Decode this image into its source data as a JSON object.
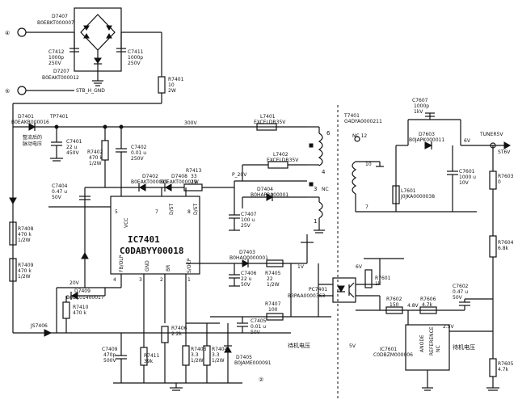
{
  "terminals": {
    "t4": "④",
    "t5": "⑤",
    "page_no": "②"
  },
  "top": {
    "d7407": [
      "D7407",
      "B0EBKT000007"
    ],
    "c7412": [
      "C7412",
      "1000p",
      "250V"
    ],
    "c7411": [
      "C7411",
      "1000p",
      "250V"
    ],
    "d7207": [
      "D7207",
      "B0EAKT000012"
    ],
    "stb": "STB_H_GND",
    "r7401": [
      "R7401",
      "10",
      "2W"
    ]
  },
  "primary": {
    "d7401": [
      "D7401",
      "B0EAKR000016"
    ],
    "tp7401": "TP7401",
    "note": [
      "整流后的",
      "脉动电压"
    ],
    "c7401": [
      "C7401",
      "22 u",
      "450V"
    ],
    "v300": "300V",
    "r7402": [
      "R7402",
      "470 k",
      "1/2W"
    ],
    "c7402": [
      "C7402",
      "0.01 u",
      "250V"
    ],
    "l7401": [
      "L7401",
      "EXCELDR35V"
    ],
    "l7402": [
      "L7402",
      "EXCELDR35V"
    ],
    "d7402": [
      "D7402",
      "B0EAKT000019"
    ],
    "d7408": [
      "D7408",
      "B0EAKT000019"
    ],
    "r7413": [
      "R7413",
      "33",
      "2W"
    ],
    "p20v": "P_20V",
    "d7404": [
      "D7404",
      "B0HAPR000001"
    ],
    "c7407": [
      "C7407",
      "100 u",
      "25V"
    ],
    "pins": {
      "p6": "6",
      "p4": "4",
      "p3": "3",
      "nc": "NC",
      "p1": "1"
    }
  },
  "ic": {
    "name": "IC7401",
    "part": "C0DABYY00018",
    "pins_top": [
      "VCC",
      "D/ST",
      "D/ST"
    ],
    "pins_bottom": [
      "FB/OLP",
      "GND",
      "BR",
      "S/OCP"
    ],
    "num_top": [
      "5",
      "7",
      "8"
    ],
    "num_bottom": [
      "4",
      "3",
      "2",
      "1"
    ]
  },
  "left": {
    "c7404": [
      "C7404",
      "0.47 u",
      "50V"
    ],
    "r7408": [
      "R7408",
      "470 k",
      "1/2W"
    ],
    "r7409": [
      "R7409",
      "470 k",
      "1/2W"
    ],
    "v20": "20V",
    "d7409": [
      "D7409",
      "B0BC01400017"
    ],
    "r7410": [
      "R7410",
      "470 k"
    ],
    "js7406": "JS7406"
  },
  "bottom": {
    "r7406": [
      "R7406",
      "2.2k"
    ],
    "c7409": [
      "C7409",
      "470p",
      "500V"
    ],
    "r7411": [
      "R7411",
      "39k"
    ],
    "r7403": [
      "R7403",
      "3.3",
      "1/2W"
    ],
    "r7404": [
      "R7404",
      "3.3",
      "1/2W"
    ],
    "d7405": [
      "D7405",
      "B0JAME000091"
    ],
    "d7403": [
      "D7403",
      "B0HAQ0000001"
    ],
    "c7406": [
      "C7406",
      "22 u",
      "50V"
    ],
    "r7405": [
      "R7405",
      "22",
      "1/2W"
    ],
    "v1": "1V",
    "r7407": [
      "R7407",
      "100"
    ],
    "c7405": [
      "C7405",
      "0.01 u",
      "50V"
    ],
    "standby": "待机电压"
  },
  "secondary": {
    "t7401": [
      "T7401",
      "G4DYA0000211"
    ],
    "nc12": "NC 12",
    "c7607": [
      "C7607",
      "1000p",
      "1kV"
    ],
    "d7603": [
      "D7603",
      "B0JAPK000011"
    ],
    "v6": "6V",
    "tuner": "TUNER5V",
    "st6v": "ST6V",
    "c7601": [
      "C7601",
      "1000 u",
      "10V"
    ],
    "l7601": [
      "L7601",
      "J0JKA0000038"
    ],
    "r7603": [
      "R7603",
      "0"
    ],
    "r7604": [
      "R7604",
      "6.8k"
    ],
    "pin10": "10",
    "pin7": "7"
  },
  "feedback": {
    "pc7401": [
      "PC7401",
      "B3PAA0000363"
    ],
    "v6b": "6V",
    "r7601": [
      "R7601",
      "1k"
    ],
    "r7602": [
      "R7602",
      "150"
    ],
    "v48": "4.8V",
    "r7606": [
      "R7606",
      "4.7k"
    ],
    "c7602": [
      "C7602",
      "0.47 u",
      "50V"
    ],
    "v25": "2.5V",
    "ic7601": [
      "IC7601",
      "C0DBZM000006"
    ],
    "ref": [
      "ANODE",
      "REFERENCE",
      "NC"
    ],
    "r7605": [
      "R7605",
      "4.7k"
    ],
    "v5": "5V",
    "standby2": "待机电压"
  }
}
